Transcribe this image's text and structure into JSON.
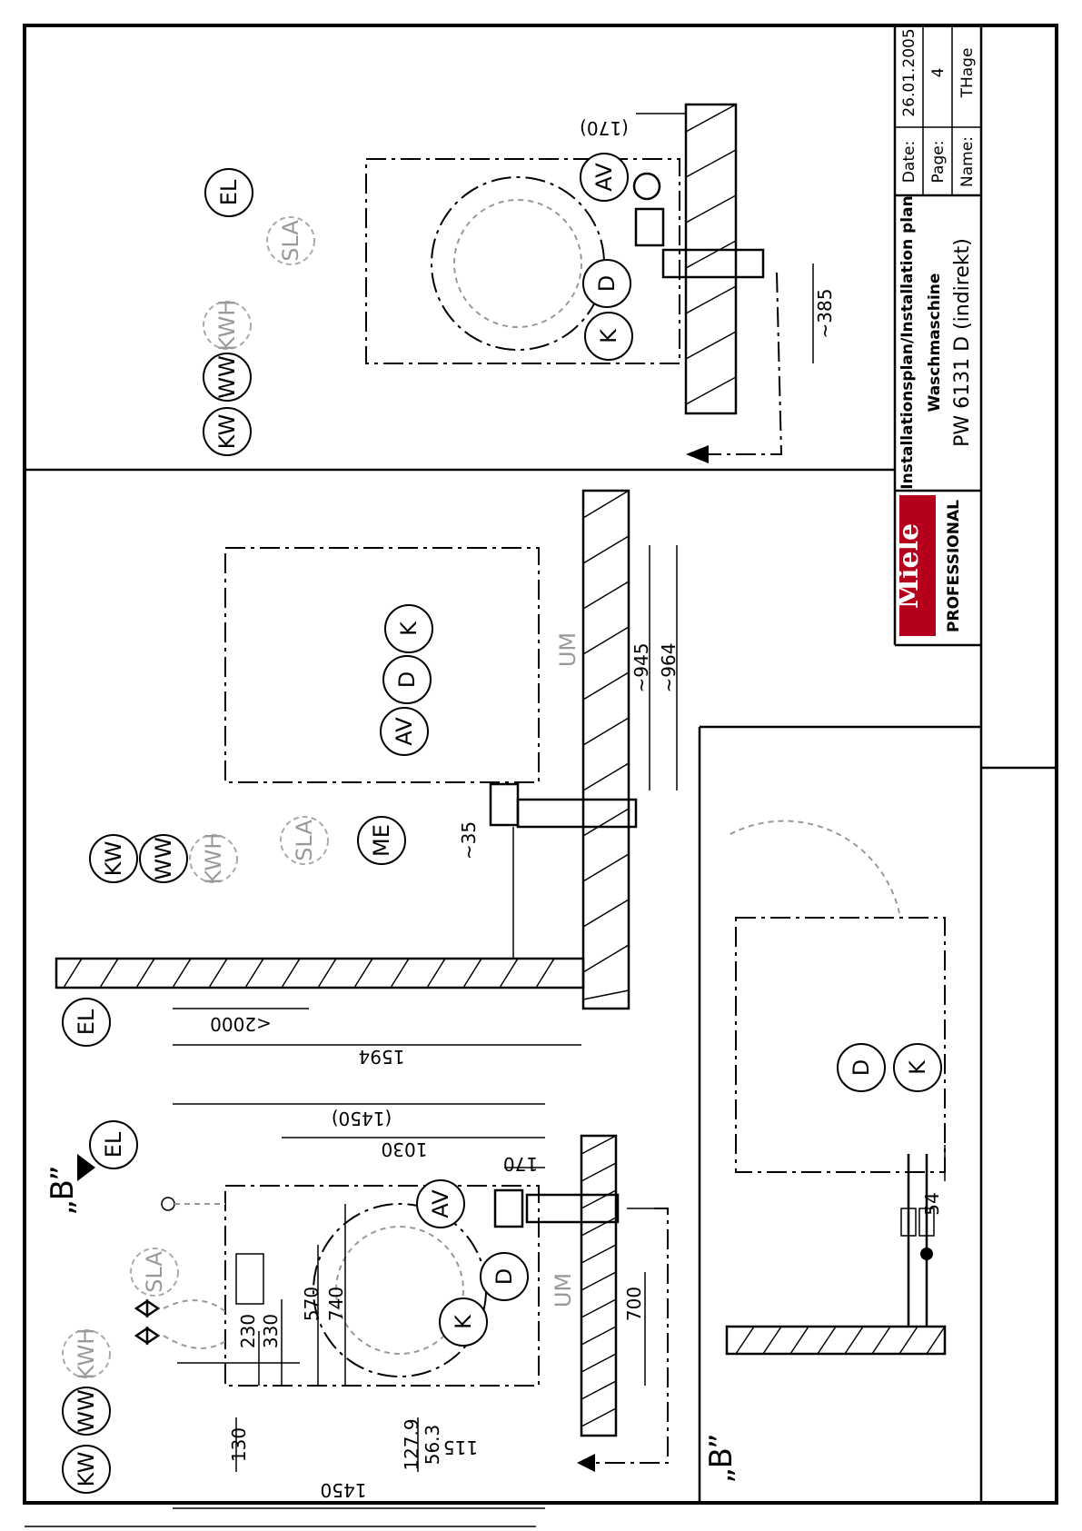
{
  "title_block": {
    "title": "Installationsplan/Installation plan",
    "subtitle": "Waschmaschine",
    "model": "PW 6131 D (indirekt)",
    "logo_brand": "Miele",
    "logo_sub": "PROFESSIONAL",
    "fields": [
      {
        "label": "Date:",
        "value": "26.01.2005"
      },
      {
        "label": "Page:",
        "value": "4"
      },
      {
        "label": "Name:",
        "value": "THage"
      }
    ]
  },
  "view_label": "„B”",
  "connections": {
    "kw": "KW",
    "ww": "WW",
    "kwh": "KWH",
    "sla": "SLA",
    "el": "EL",
    "av": "AV",
    "d": "D",
    "k": "K",
    "me": "ME",
    "um": "UM"
  },
  "dimensions": {
    "front": [
      "1450",
      "130",
      "127.9",
      "56.3",
      "115",
      "230",
      "330",
      "570",
      "740",
      "700",
      "170",
      "1030",
      "(1450)"
    ],
    "side": [
      "1594",
      "<2000",
      "~35",
      "~945",
      "~964"
    ],
    "top": [
      "~385",
      "(170)"
    ],
    "view_b": [
      "54"
    ]
  }
}
